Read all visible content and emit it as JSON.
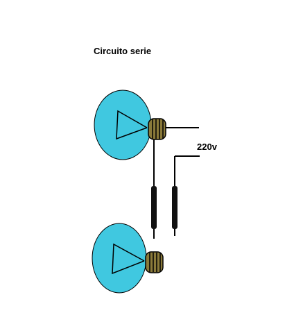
{
  "diagram": {
    "title": "Circuito serie",
    "voltage_label": "220v"
  },
  "colors": {
    "bulb_glass": "#40c8e0",
    "socket": "#8a7a3a",
    "wire": "#000000",
    "background": "#ffffff"
  },
  "components": {
    "bulbs": [
      "bulb-top",
      "bulb-bottom"
    ],
    "wire_cables": [
      "cable-left",
      "cable-right"
    ]
  }
}
